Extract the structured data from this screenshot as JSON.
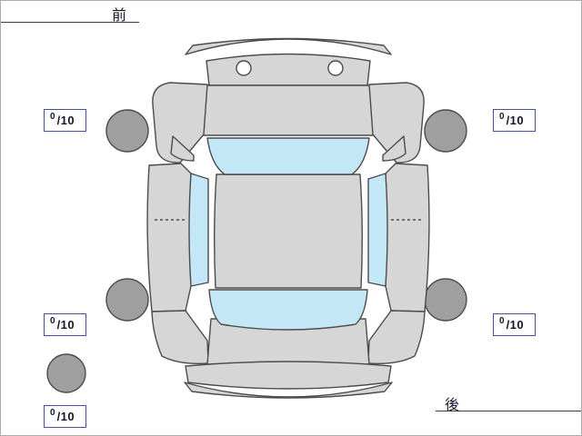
{
  "labels": {
    "front": "前",
    "rear": "後"
  },
  "tire_ratings": {
    "front_left": {
      "value": "0",
      "denom": "/10"
    },
    "front_right": {
      "value": "0",
      "denom": "/10"
    },
    "rear_left": {
      "value": "0",
      "denom": "/10"
    },
    "rear_right": {
      "value": "0",
      "denom": "/10"
    },
    "spare": {
      "value": "0",
      "denom": "/10"
    }
  },
  "colors": {
    "body": "#d6d6d6",
    "glass": "#c4e7f8",
    "wheel": "#9f9f9f",
    "outline": "#4c4c4c",
    "rating_border": "#44509a",
    "frame_border": "#ababab"
  }
}
